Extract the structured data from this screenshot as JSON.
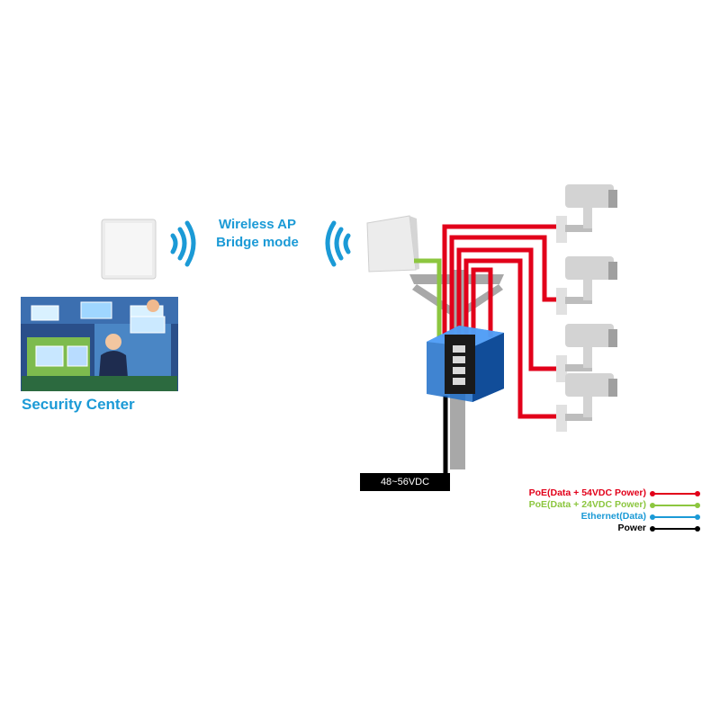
{
  "labels": {
    "wireless": "Wireless AP Bridge mode",
    "security_center": "Security Center",
    "power_input": "48~56VDC"
  },
  "legend": [
    {
      "label": "PoE(Data + 54VDC Power)",
      "color": "#e2001a"
    },
    {
      "label": "PoE(Data + 24VDC Power)",
      "color": "#8cc63f"
    },
    {
      "label": "Ethernet(Data)",
      "color": "#1b9ad6"
    },
    {
      "label": "Power",
      "color": "#000000"
    }
  ],
  "colors": {
    "poe54": "#e2001a",
    "poe24": "#8cc63f",
    "ethernet": "#1b9ad6",
    "power": "#000000",
    "pole": "#a8a8a8",
    "switch": "#1f6fc9"
  }
}
